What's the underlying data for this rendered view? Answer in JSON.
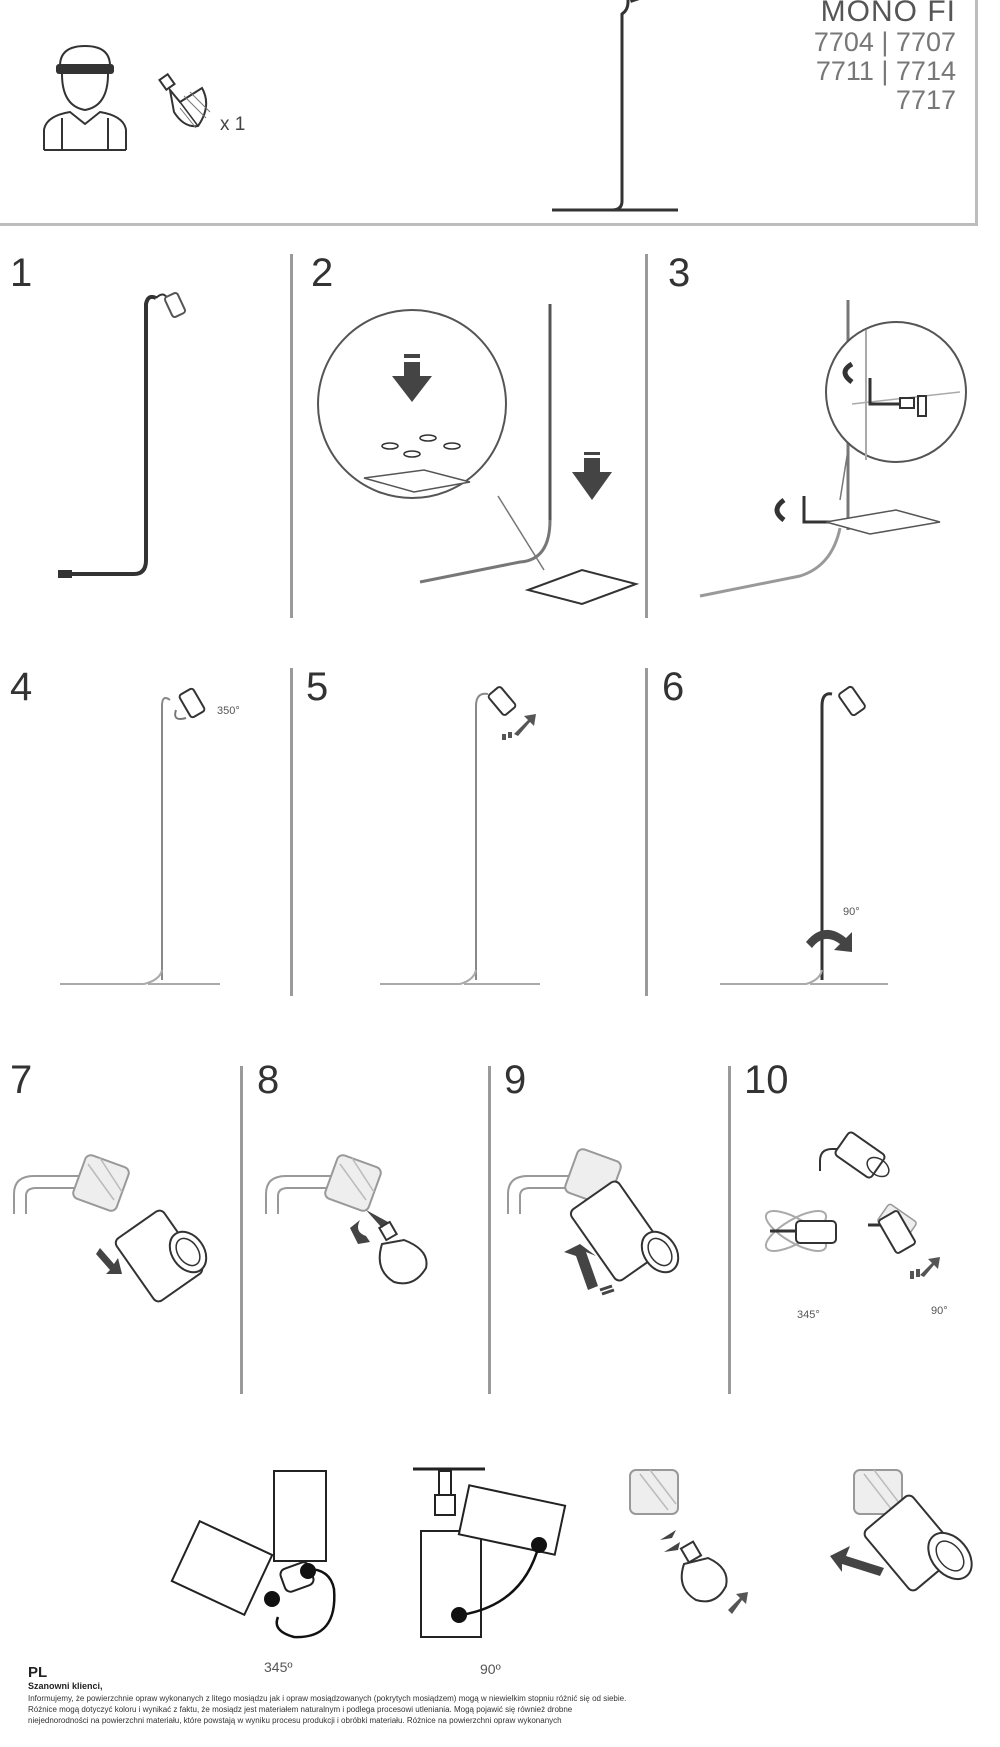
{
  "header": {
    "model": "MONO FI",
    "codes": [
      "7704 | 7707",
      "7711 | 7714",
      "7717"
    ],
    "bulb_quantity": "x 1"
  },
  "steps": [
    {
      "label": "1"
    },
    {
      "label": "2"
    },
    {
      "label": "3"
    },
    {
      "label": "4"
    },
    {
      "label": "5"
    },
    {
      "label": "6"
    },
    {
      "label": "7"
    },
    {
      "label": "8"
    },
    {
      "label": "9"
    },
    {
      "label": "10"
    }
  ],
  "angles": {
    "step4": "350°",
    "step6": "90°",
    "step10_a": "345°",
    "step10_b": "90°",
    "bottom_a": "345º",
    "bottom_b": "90º"
  },
  "footer": {
    "lang": "PL",
    "greeting": "Szanowni klienci,",
    "lines": [
      "Informujemy, że powierzchnie opraw wykonanych z litego mosiądzu jak i opraw mosiądzowanych (pokrytych mosiądzem) mogą w niewielkim stopniu różnić się od siebie.",
      "Różnice mogą dotyczyć koloru i wynikać z faktu, że mosiądz jest materiałem naturalnym i podlega procesowi utleniania. Mogą pojawić się również drobne",
      "niejednorodności na powierzchni materiału, które powstają w wyniku procesu produkcji i obróbki materiału. Różnice na powierzchni opraw wykonanych"
    ]
  },
  "colors": {
    "line": "#333333",
    "frame": "#bdbdbd",
    "divider": "#9a9a9a",
    "arrow": "#555555"
  }
}
